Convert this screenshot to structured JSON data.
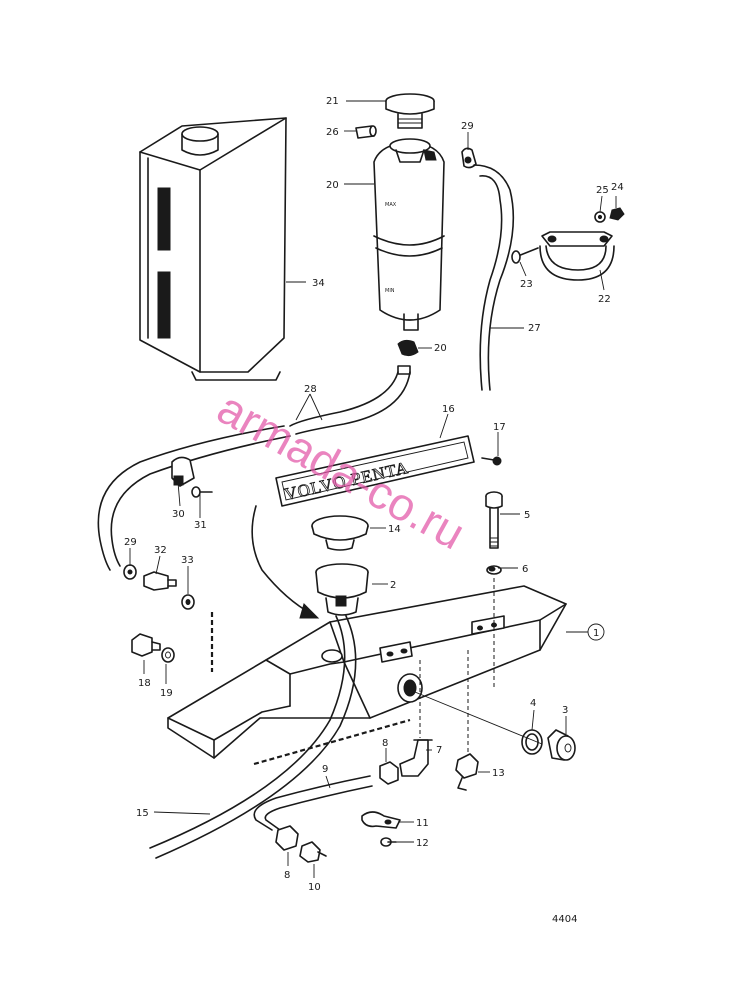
{
  "labels": {
    "l1": "1",
    "l2": "2",
    "l3": "3",
    "l4": "4",
    "l5": "5",
    "l6": "6",
    "l7": "7",
    "l8a": "8",
    "l8b": "8",
    "l9": "9",
    "l10": "10",
    "l11": "11",
    "l12": "12",
    "l13": "13",
    "l14": "14",
    "l15": "15",
    "l16": "16",
    "l17": "17",
    "l18": "18",
    "l19": "19",
    "l20a": "20",
    "l20b": "20",
    "l21": "21",
    "l22": "22",
    "l23": "23",
    "l24": "24",
    "l25": "25",
    "l26": "26",
    "l27": "27",
    "l28": "28",
    "l29a": "29",
    "l29b": "29",
    "l30": "30",
    "l31": "31",
    "l32": "32",
    "l33": "33",
    "l34": "34"
  },
  "nameplate": "VOLVO PENTA",
  "tank": {
    "max": "MAX",
    "min": "MIN"
  },
  "drawing_number": "4404",
  "watermark": "armada-co.ru",
  "colors": {
    "line": "#1a1a1a",
    "watermark": "#e255a6",
    "background": "#ffffff"
  }
}
